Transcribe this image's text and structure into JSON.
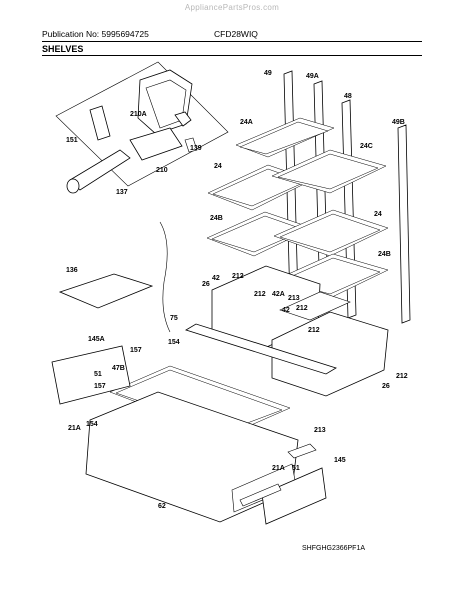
{
  "watermark": "AppliancePartsPros.com",
  "header": {
    "publication": "Publication No: 5995694725",
    "model": "CFD28WIQ",
    "section_title": "SHELVES"
  },
  "diagram_code": "SHFGHG2366PF1A",
  "callouts": {
    "c49": "49",
    "c49A": "49A",
    "c48": "48",
    "c49B": "49B",
    "c24A": "24A",
    "c24C": "24C",
    "c24a": "24",
    "c24b": "24",
    "c24B": "24B",
    "c24Bb": "24B",
    "c151": "151",
    "c210A": "210A",
    "c139": "139",
    "c210": "210",
    "c137": "137",
    "c136": "136",
    "c26a": "26",
    "c26b": "26",
    "c42a": "42",
    "c212a": "212",
    "c212b": "212",
    "c212c": "212",
    "c212d": "212",
    "c212e": "212",
    "c42A": "42A",
    "c42b": "42",
    "c213a": "213",
    "c213b": "213",
    "c75": "75",
    "c154a": "154",
    "c157a": "157",
    "c145A": "145A",
    "c51a": "51",
    "c157b": "157",
    "c47B": "47B",
    "c21Aa": "21A",
    "c154b": "154",
    "c62": "62",
    "c21Ab": "21A",
    "c51b": "51",
    "c145": "145"
  }
}
